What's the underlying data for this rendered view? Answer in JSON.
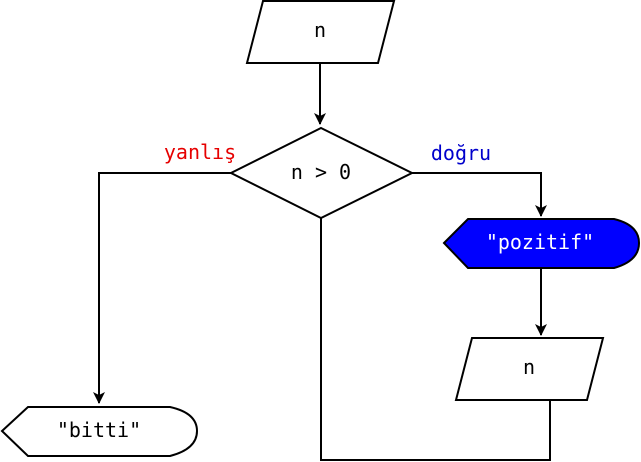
{
  "colors": {
    "line": "#000000",
    "false_label": "#e60000",
    "true_label": "#0000cc",
    "highlight_fill": "#0000ff",
    "highlight_text": "#ffffff",
    "default_fill": "#ffffff",
    "default_text": "#000000"
  },
  "nodes": {
    "input_n": {
      "shape": "parallelogram",
      "label": "n"
    },
    "decision": {
      "shape": "diamond",
      "label": "n > 0"
    },
    "output_pozitif": {
      "shape": "display",
      "label": "\"pozitif\""
    },
    "input_n_loop": {
      "shape": "parallelogram",
      "label": "n"
    },
    "output_bitti": {
      "shape": "display",
      "label": "\"bitti\""
    }
  },
  "edges": {
    "false_label": "yanlış",
    "true_label": "doğru"
  }
}
